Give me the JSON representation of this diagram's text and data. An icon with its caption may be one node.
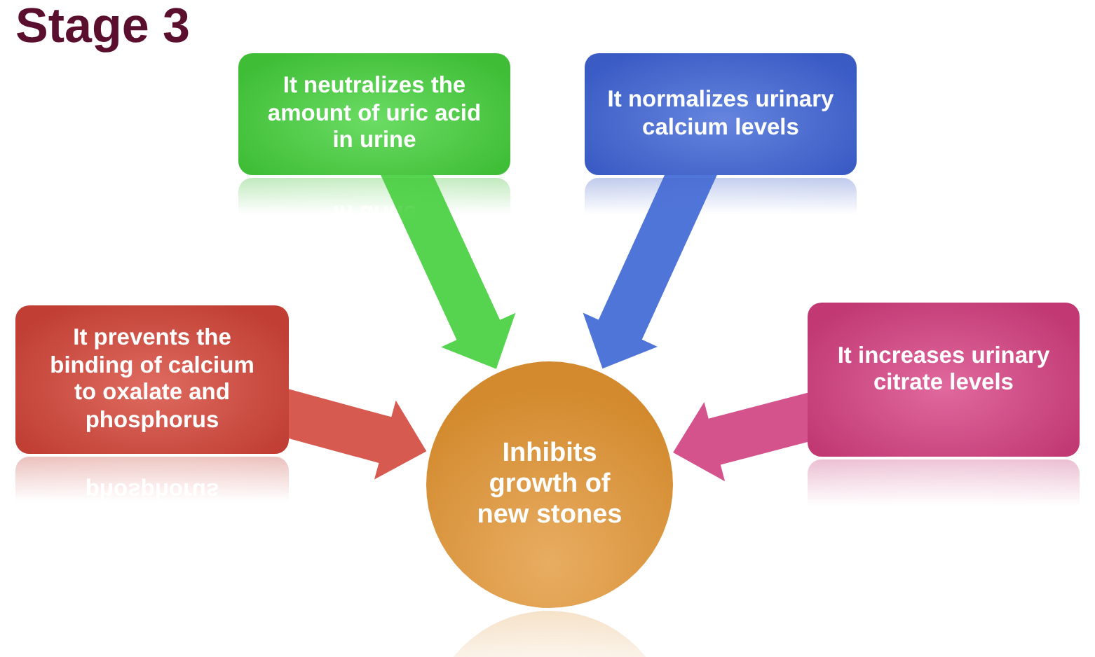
{
  "diagram": {
    "title": "Stage 3",
    "nodes": [
      {
        "text": [
          "It neutralizes the amount of uric acid in urine"
        ]
      },
      {
        "text": [
          "It normalizes urinary calcium levels"
        ]
      },
      {
        "text": [
          "It prevents the binding of calcium to oxalate and phosphorus"
        ]
      },
      {
        "text": [
          "It increases urinary citrate levels"
        ]
      },
      {
        "text": [
          "Inhibits growth of new stones"
        ]
      }
    ],
    "edges": [
      {
        "from": 0,
        "to": 4,
        "arrow": "to",
        "color": "#57d44f"
      },
      {
        "from": 1,
        "to": 4,
        "arrow": "to",
        "color": "#5075d9"
      },
      {
        "from": 2,
        "to": 4,
        "arrow": "to",
        "color": "#d65a4f"
      },
      {
        "from": 3,
        "to": 4,
        "arrow": "to",
        "color": "#d4538c"
      }
    ]
  }
}
